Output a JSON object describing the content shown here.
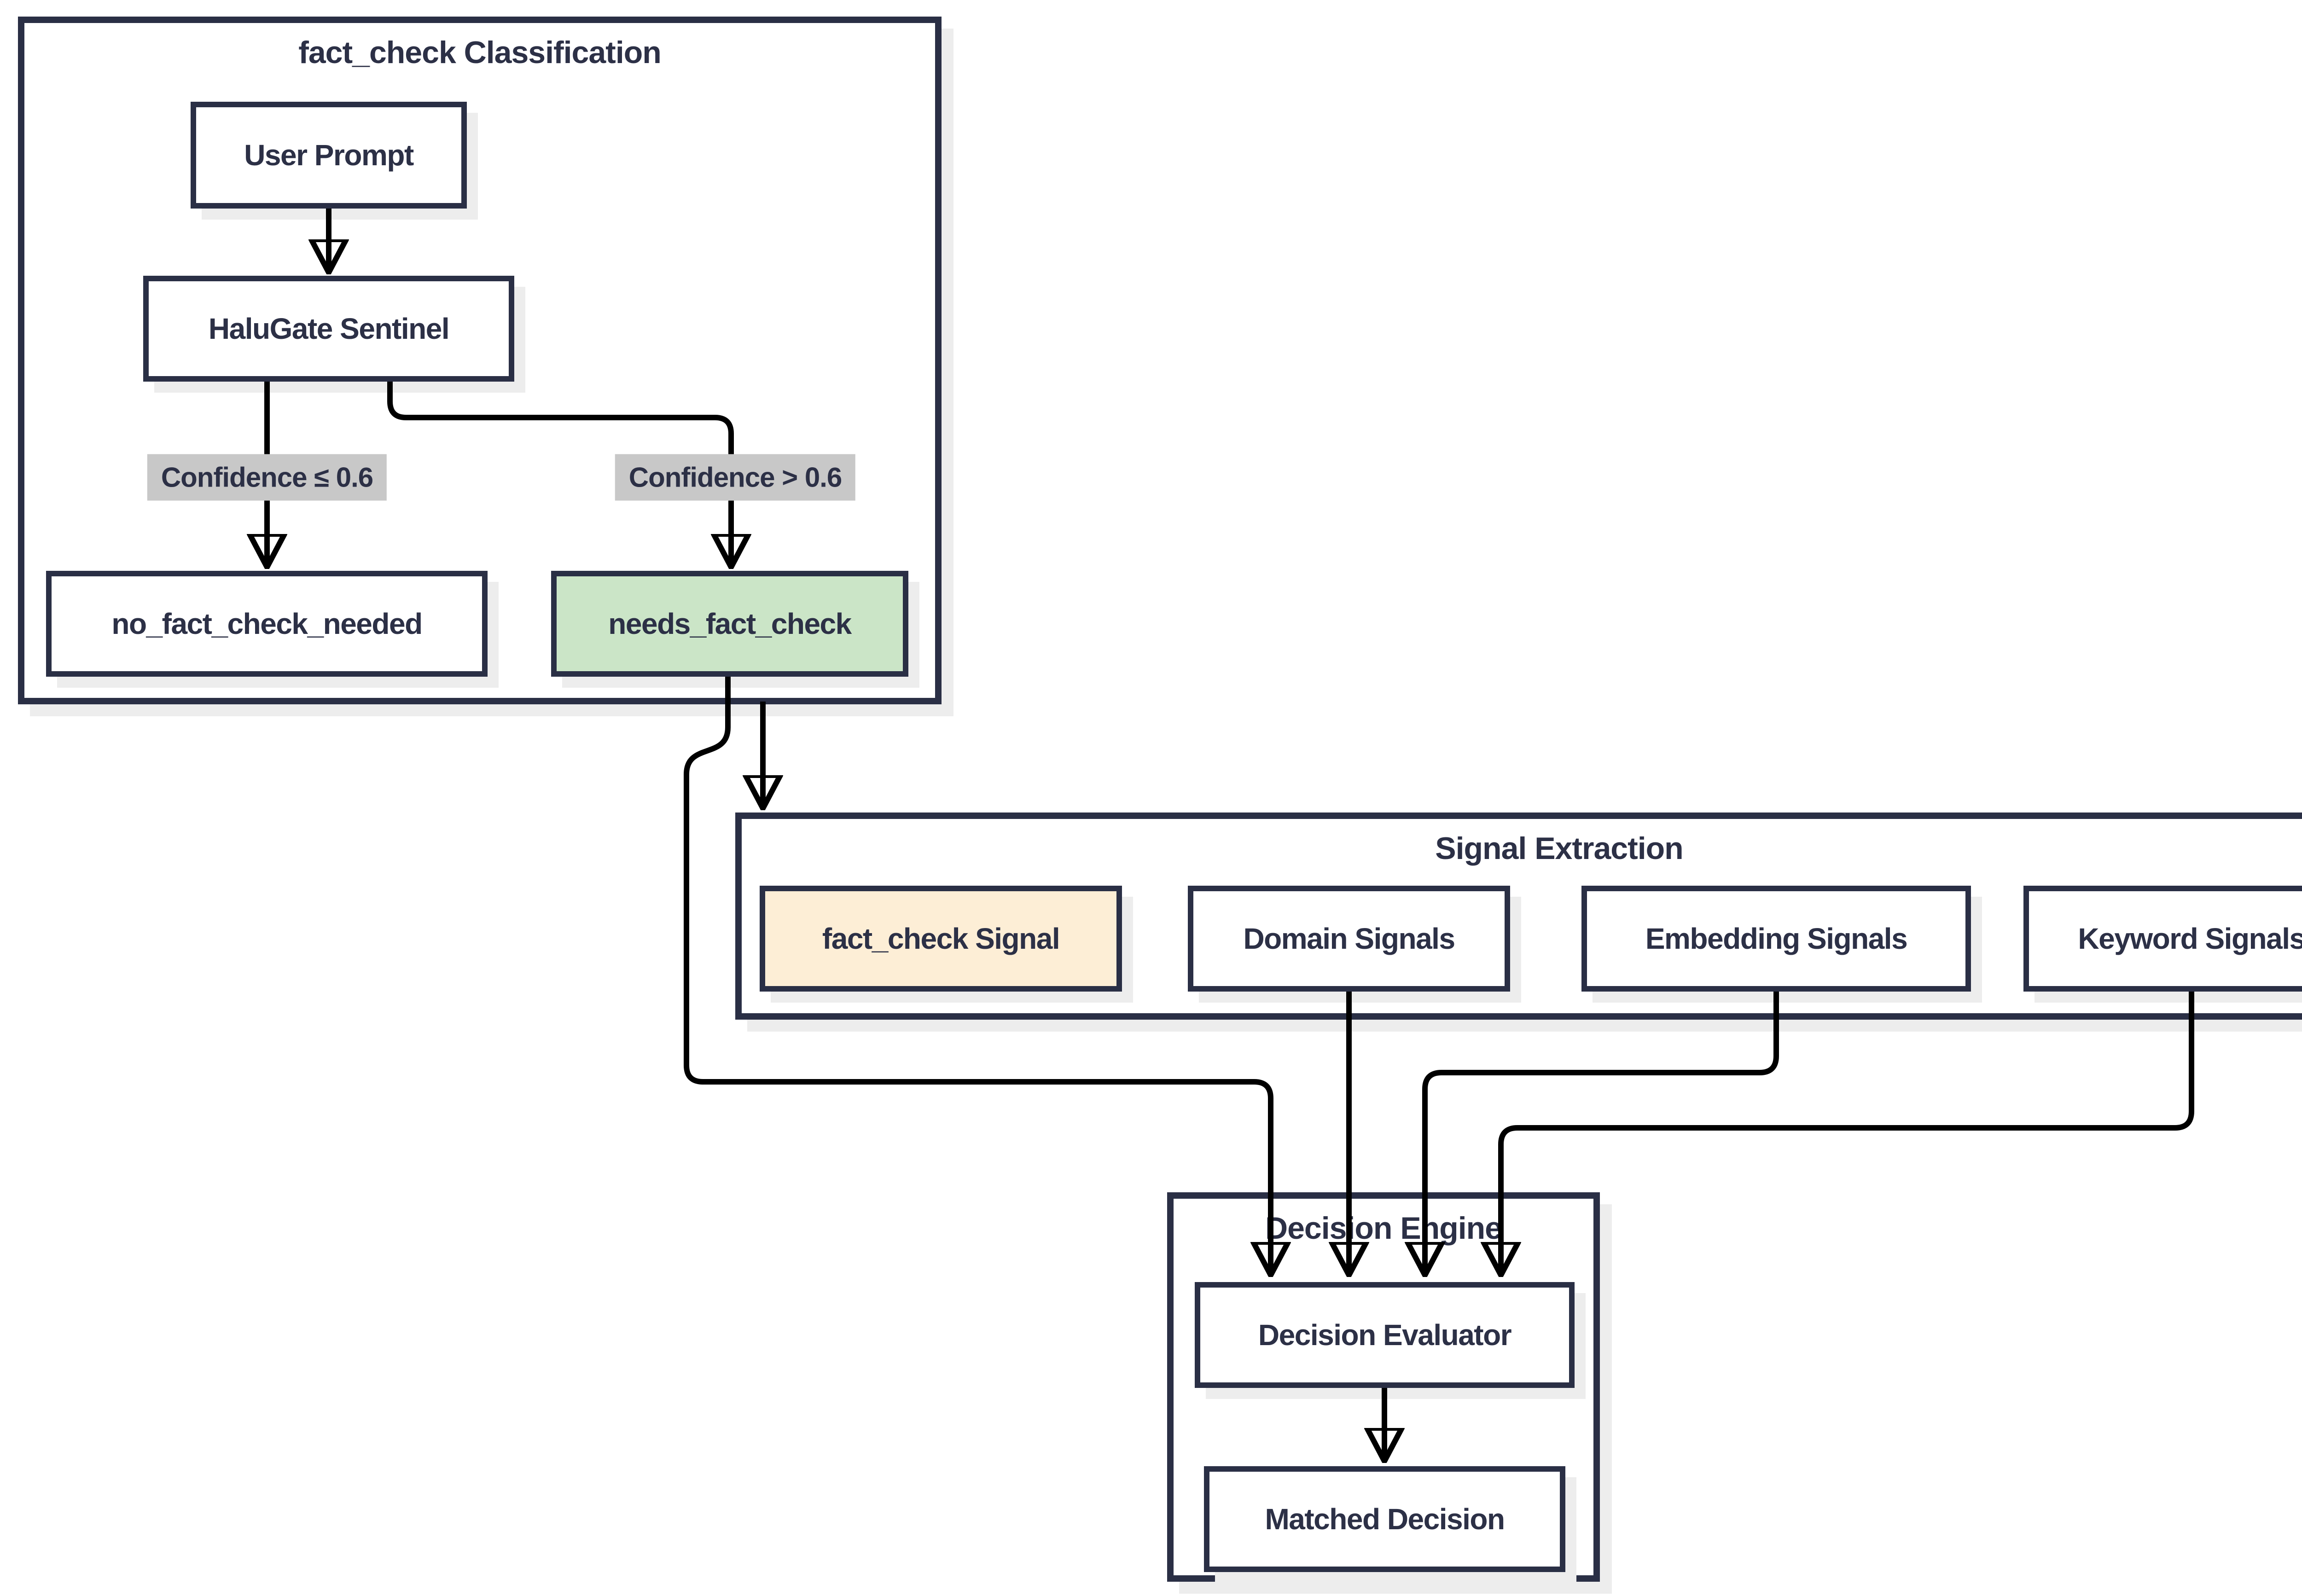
{
  "diagram": {
    "type": "flowchart",
    "subgraphs": [
      {
        "id": "classification",
        "title": "fact_check Classification"
      },
      {
        "id": "signal-extraction",
        "title": "Signal Extraction"
      },
      {
        "id": "decision-engine",
        "title": "Decision Engine"
      }
    ],
    "nodes": {
      "user_prompt": {
        "label": "User Prompt"
      },
      "halugate_sentinel": {
        "label": "HaluGate Sentinel"
      },
      "no_fact_check_needed": {
        "label": "no_fact_check_needed"
      },
      "needs_fact_check": {
        "label": "needs_fact_check",
        "highlight": "green"
      },
      "fact_check_signal": {
        "label": "fact_check Signal",
        "highlight": "peach"
      },
      "domain_signals": {
        "label": "Domain Signals"
      },
      "embedding_signals": {
        "label": "Embedding Signals"
      },
      "keyword_signals": {
        "label": "Keyword Signals"
      },
      "decision_evaluator": {
        "label": "Decision Evaluator"
      },
      "matched_decision": {
        "label": "Matched Decision"
      }
    },
    "edge_labels": [
      {
        "text": "Confidence ≤ 0.6"
      },
      {
        "text": "Confidence > 0.6"
      }
    ],
    "colors": {
      "border": "#2a2f45",
      "text": "#2c3046",
      "edge": "#000000",
      "node_fill": "#ffffff",
      "highlight_green": "#cbe5c7",
      "highlight_peach": "#fdeed6",
      "edge_label_bg": "#c8c8c8",
      "shadow": "#ededed",
      "background": "#ffffff"
    }
  }
}
